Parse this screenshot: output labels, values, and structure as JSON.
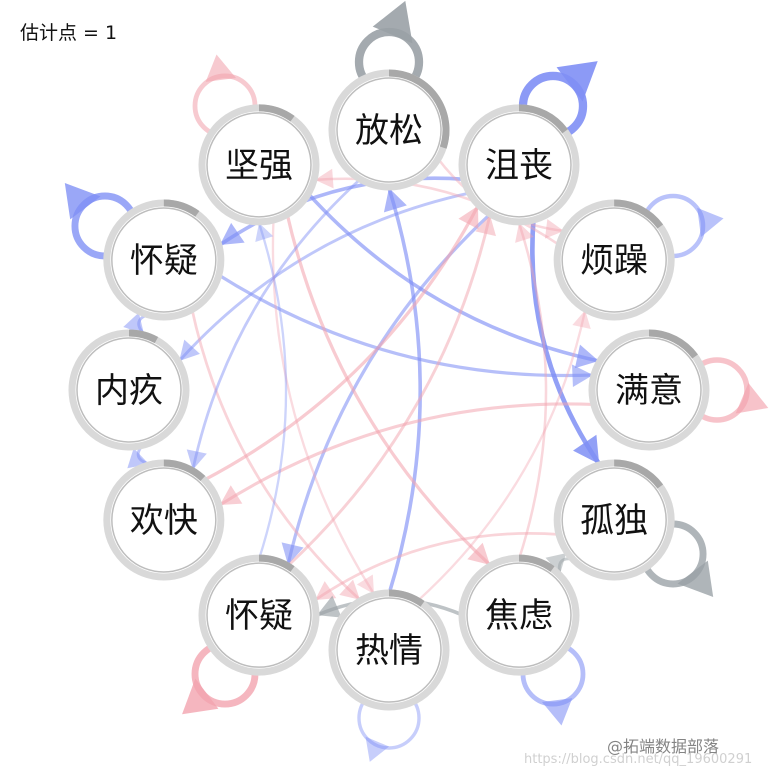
{
  "header": {
    "estimate_label": "估计点 = 1"
  },
  "colors": {
    "positive": "#7f8ff5",
    "negative": "#f2a3ae",
    "neutral": "#9aa1a6",
    "ring": "#d9d9d9",
    "pie": "#a8a8a8"
  },
  "nodes": [
    {
      "id": "n1",
      "label": "放松",
      "pie": 0.3,
      "self_loop": {
        "sign": "neutral",
        "weight": 0.9
      }
    },
    {
      "id": "n2",
      "label": "沮丧",
      "pie": 0.15,
      "self_loop": {
        "sign": "positive",
        "weight": 0.9
      }
    },
    {
      "id": "n3",
      "label": "烦躁",
      "pie": 0.15,
      "self_loop": {
        "sign": "positive",
        "weight": 0.35
      }
    },
    {
      "id": "n4",
      "label": "满意",
      "pie": 0.15,
      "self_loop": {
        "sign": "negative",
        "weight": 0.5
      }
    },
    {
      "id": "n5",
      "label": "孤独",
      "pie": 0.15,
      "self_loop": {
        "sign": "neutral",
        "weight": 0.7
      }
    },
    {
      "id": "n6",
      "label": "焦虑",
      "pie": 0.1,
      "self_loop": {
        "sign": "positive",
        "weight": 0.4
      }
    },
    {
      "id": "n7",
      "label": "热情",
      "pie": 0.1,
      "self_loop": {
        "sign": "positive",
        "weight": 0.2
      }
    },
    {
      "id": "n8",
      "label": "怀疑",
      "pie": 0.1,
      "self_loop": {
        "sign": "negative",
        "weight": 0.7
      }
    },
    {
      "id": "n9",
      "label": "欢快",
      "pie": 0.12,
      "self_loop": null
    },
    {
      "id": "n10",
      "label": "内疚",
      "pie": 0.08,
      "self_loop": null
    },
    {
      "id": "n11",
      "label": "怀疑",
      "pie": 0.1,
      "self_loop": {
        "sign": "positive",
        "weight": 0.7
      }
    },
    {
      "id": "n12",
      "label": "坚强",
      "pie": 0.1,
      "self_loop": {
        "sign": "negative",
        "weight": 0.4
      }
    }
  ],
  "edges": [
    {
      "from": "n2",
      "to": "n5",
      "sign": "positive",
      "weight": 0.45
    },
    {
      "from": "n2",
      "to": "n11",
      "sign": "positive",
      "weight": 0.3
    },
    {
      "from": "n2",
      "to": "n8",
      "sign": "positive",
      "weight": 0.25
    },
    {
      "from": "n2",
      "to": "n10",
      "sign": "positive",
      "weight": 0.2
    },
    {
      "from": "n7",
      "to": "n1",
      "sign": "positive",
      "weight": 0.3
    },
    {
      "from": "n12",
      "to": "n4",
      "sign": "positive",
      "weight": 0.3
    },
    {
      "from": "n11",
      "to": "n4",
      "sign": "positive",
      "weight": 0.25
    },
    {
      "from": "n12",
      "to": "n6",
      "sign": "negative",
      "weight": 0.25
    },
    {
      "from": "n9",
      "to": "n2",
      "sign": "negative",
      "weight": 0.25
    },
    {
      "from": "n8",
      "to": "n2",
      "sign": "negative",
      "weight": 0.2
    },
    {
      "from": "n4",
      "to": "n9",
      "sign": "negative",
      "weight": 0.22
    },
    {
      "from": "n5",
      "to": "n8",
      "sign": "negative",
      "weight": 0.18
    },
    {
      "from": "n11",
      "to": "n7",
      "sign": "negative",
      "weight": 0.18
    },
    {
      "from": "n3",
      "to": "n12",
      "sign": "negative",
      "weight": 0.15
    },
    {
      "from": "n1",
      "to": "n3",
      "sign": "negative",
      "weight": 0.15
    },
    {
      "from": "n6",
      "to": "n8",
      "sign": "neutral",
      "weight": 0.3
    },
    {
      "from": "n5",
      "to": "n6",
      "sign": "neutral",
      "weight": 0.2
    },
    {
      "from": "n10",
      "to": "n9",
      "sign": "positive",
      "weight": 0.2
    },
    {
      "from": "n11",
      "to": "n10",
      "sign": "positive",
      "weight": 0.2
    },
    {
      "from": "n1",
      "to": "n9",
      "sign": "positive",
      "weight": 0.18
    },
    {
      "from": "n6",
      "to": "n2",
      "sign": "negative",
      "weight": 0.15
    },
    {
      "from": "n7",
      "to": "n3",
      "sign": "negative",
      "weight": 0.12
    },
    {
      "from": "n12",
      "to": "n7",
      "sign": "negative",
      "weight": 0.12
    },
    {
      "from": "n8",
      "to": "n12",
      "sign": "positive",
      "weight": 0.12
    }
  ],
  "watermark": {
    "brand": "@拓端数据部落",
    "url": "https://blog.csdn.net/qq_19600291"
  }
}
